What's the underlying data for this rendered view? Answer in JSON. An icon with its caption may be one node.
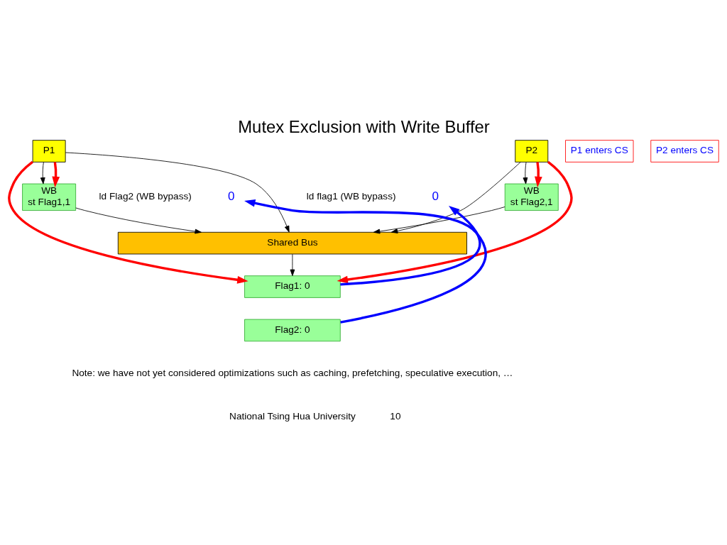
{
  "diagram": {
    "title": "Mutex Exclusion with Write Buffer",
    "nodes": [
      {
        "text": [
          "P1"
        ]
      },
      {
        "text": [
          "P1 enters CS"
        ]
      },
      {
        "text": [
          "P2"
        ]
      },
      {
        "text": [
          "P2 enters CS"
        ]
      },
      {
        "text": [
          "0"
        ]
      },
      {
        "text": [
          "0"
        ]
      },
      {
        "text": [
          "WB",
          "st Flag1,1"
        ]
      },
      {
        "text": [
          "WB",
          "st Flag2,1"
        ]
      },
      {
        "text": [
          "Shared Bus"
        ]
      },
      {
        "text": [
          "Flag1: 0"
        ]
      },
      {
        "text": [
          "Flag2: 0"
        ]
      }
    ],
    "edges": [
      {
        "from": 0,
        "to": 6,
        "arrow": "to"
      },
      {
        "from": 0,
        "to": 8,
        "arrow": "to"
      },
      {
        "from": 6,
        "to": 8,
        "arrow": "to"
      },
      {
        "from": 2,
        "to": 7,
        "arrow": "to"
      },
      {
        "from": 2,
        "to": 8,
        "arrow": "to"
      },
      {
        "from": 7,
        "to": 8,
        "arrow": "to"
      },
      {
        "from": 8,
        "to": 9,
        "arrow": "to"
      },
      {
        "from": 0,
        "to": 6,
        "arrow": "to",
        "style": "thick",
        "color": "#ff0000"
      },
      {
        "from": 0,
        "to": 9,
        "arrow": "to",
        "style": "thick",
        "color": "#ff0000"
      },
      {
        "from": 2,
        "to": 7,
        "arrow": "to",
        "style": "thick",
        "color": "#ff0000"
      },
      {
        "from": 2,
        "to": 9,
        "arrow": "to",
        "style": "thick",
        "color": "#ff0000"
      },
      {
        "from": 10,
        "to": 4,
        "arrow": "to",
        "style": "thick",
        "color": "#0000ff"
      },
      {
        "from": 9,
        "to": 5,
        "arrow": "to",
        "style": "thick",
        "color": "#0000ff"
      }
    ],
    "labels": [
      "ld Flag2 (WB bypass)",
      "ld flag1 (WB bypass)",
      "Note: we have not yet considered optimizations such as caching, prefetching, speculative execution, …",
      "National Tsing Hua University",
      "10"
    ]
  }
}
